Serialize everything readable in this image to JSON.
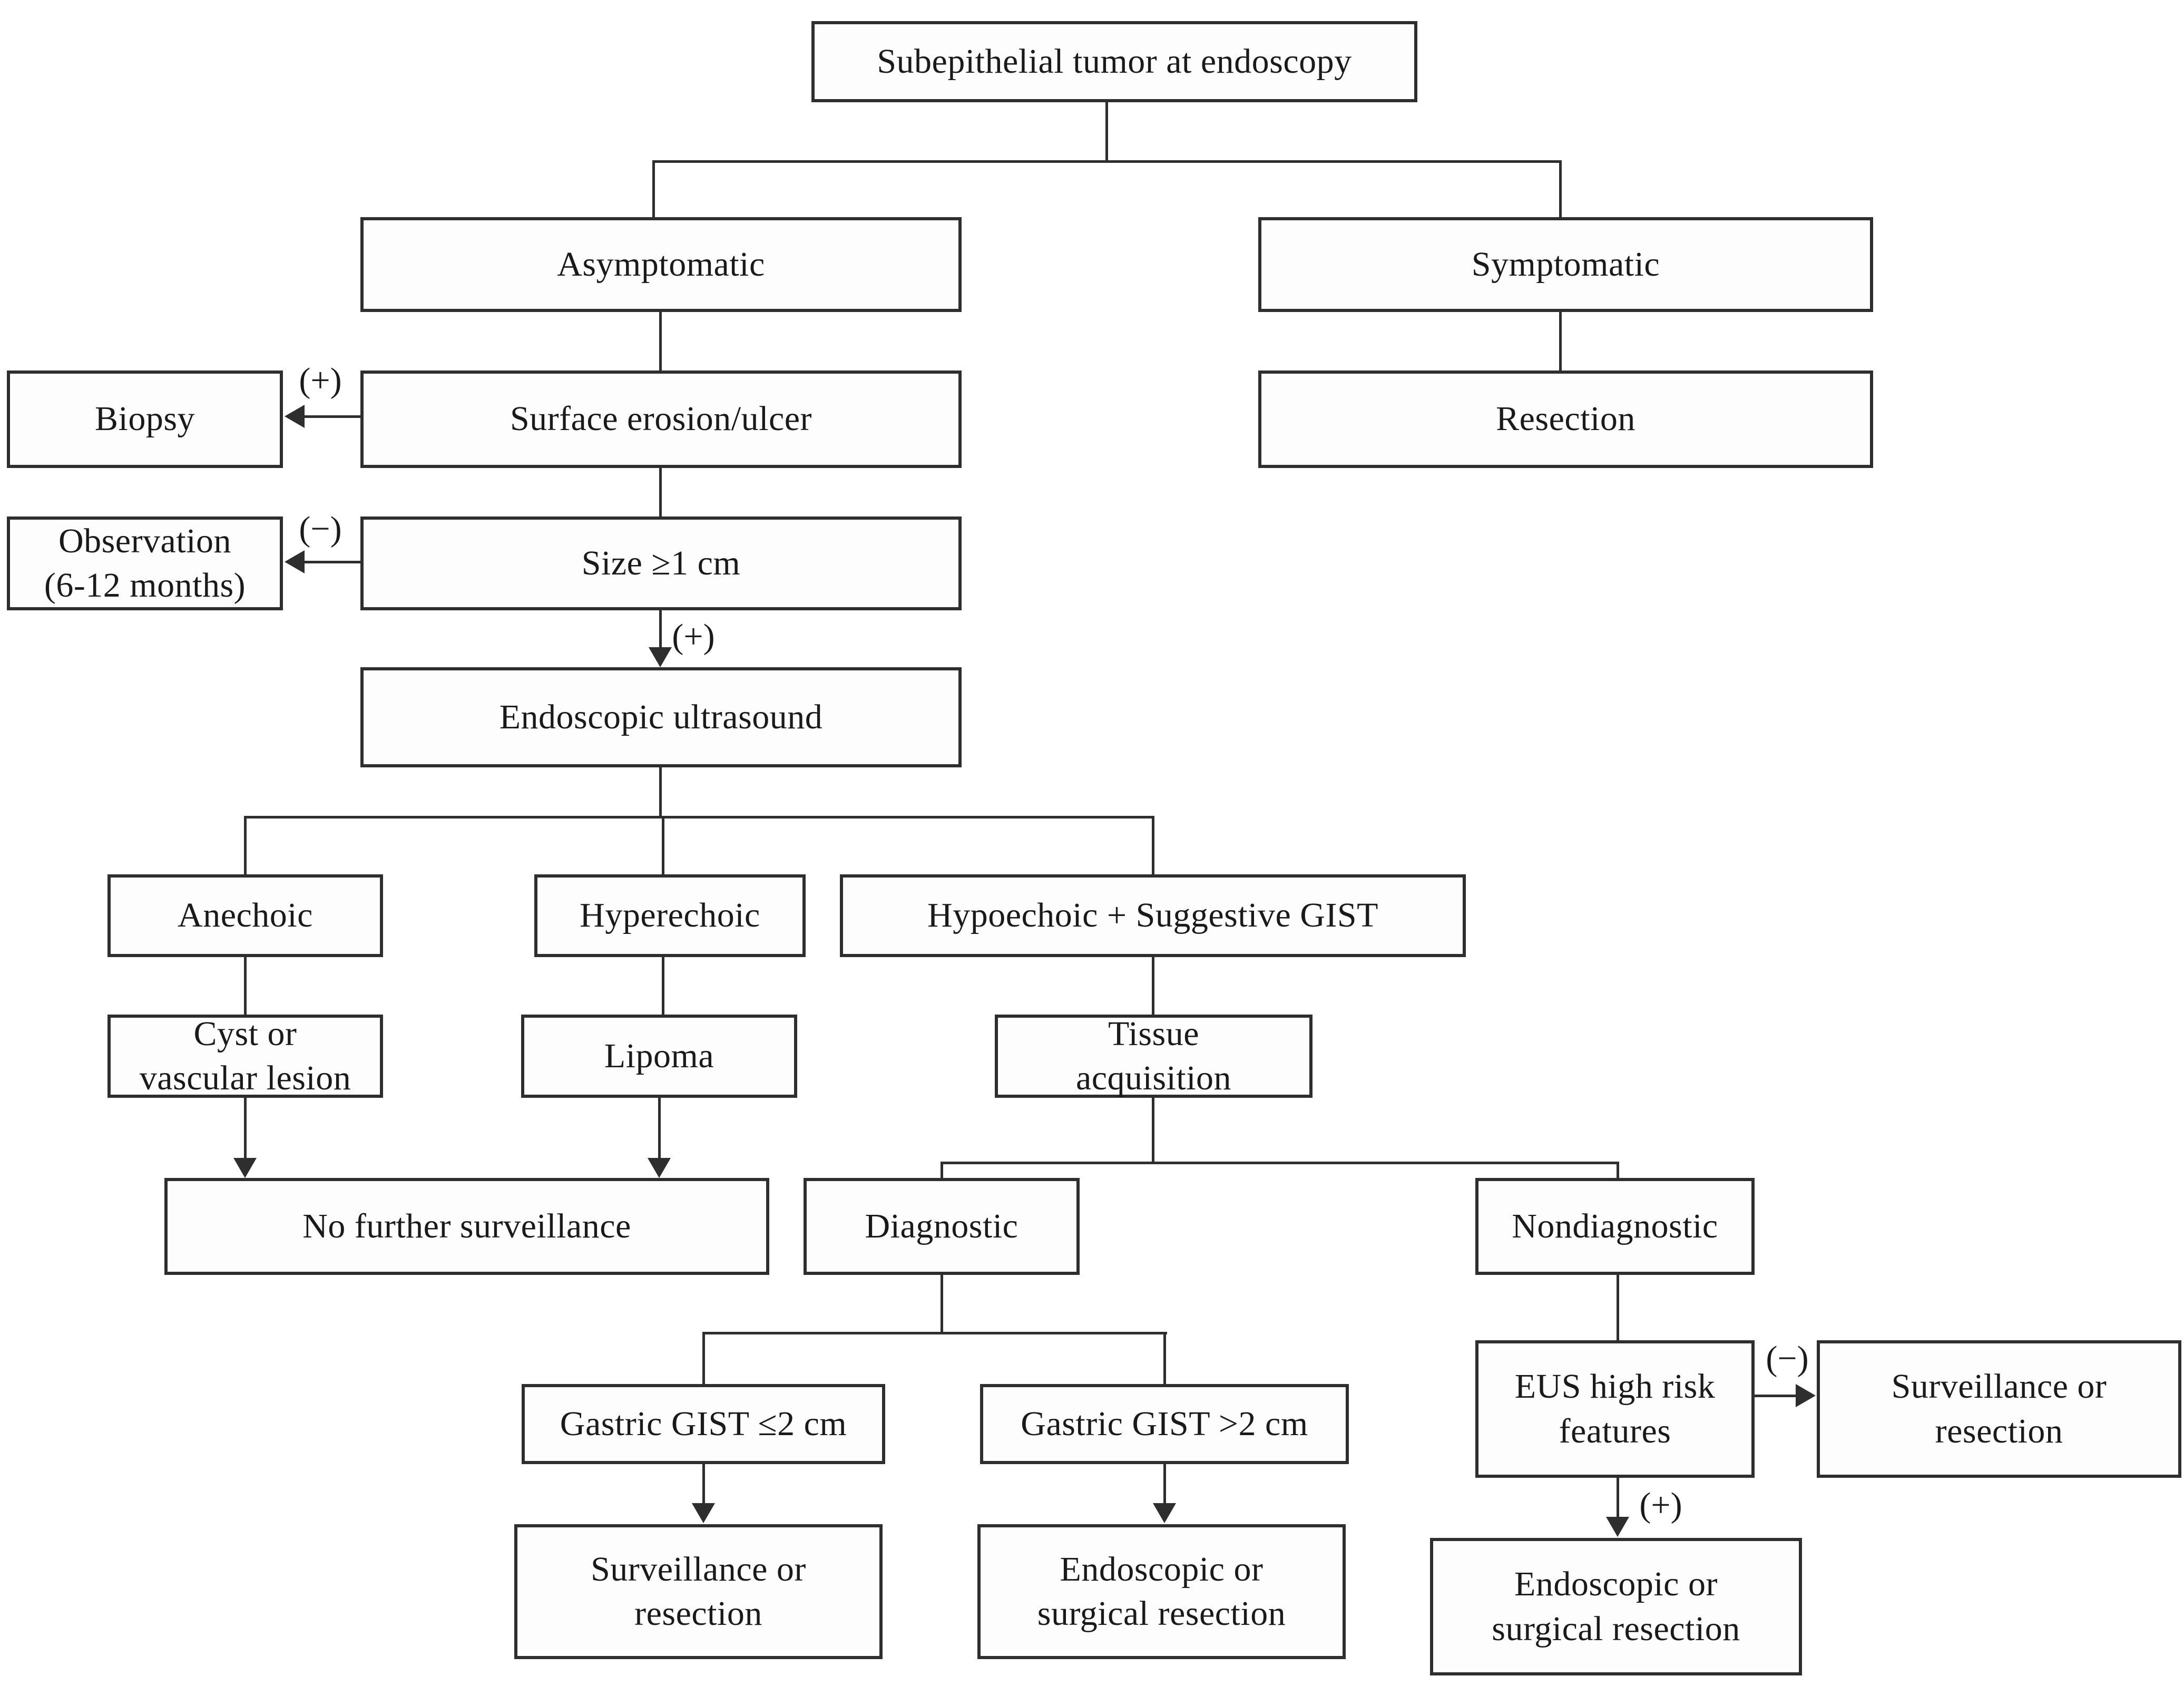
{
  "figure": {
    "type": "flowchart",
    "title": "Subepithelial tumor at endoscopy management algorithm",
    "background_color": "#ffffff",
    "box_border_color": "#2e2e2e",
    "text_color": "#1a1a1a"
  },
  "nodes": [
    {
      "id": "subepithelial-tumor",
      "label": "Subepithelial tumor at endoscopy"
    },
    {
      "id": "asymptomatic",
      "label": "Asymptomatic"
    },
    {
      "id": "symptomatic",
      "label": "Symptomatic"
    },
    {
      "id": "biopsy",
      "label": "Biopsy"
    },
    {
      "id": "surface-erosion-ulcer",
      "label": "Surface erosion/ulcer"
    },
    {
      "id": "resection",
      "label": "Resection"
    },
    {
      "id": "observation-6-12-months",
      "label": "Observation\n(6-12 months)"
    },
    {
      "id": "size-ge-1cm",
      "label": "Size ≥1 cm"
    },
    {
      "id": "endoscopic-ultrasound",
      "label": "Endoscopic ultrasound"
    },
    {
      "id": "anechoic",
      "label": "Anechoic"
    },
    {
      "id": "hyperechoic",
      "label": "Hyperechoic"
    },
    {
      "id": "hypoechoic-suggestive-gist",
      "label": "Hypoechoic + Suggestive GIST"
    },
    {
      "id": "cyst-or-vascular-lesion",
      "label": "Cyst or\nvascular lesion"
    },
    {
      "id": "lipoma",
      "label": "Lipoma"
    },
    {
      "id": "tissue-acquisition",
      "label": "Tissue\nacquisition"
    },
    {
      "id": "no-further-surveillance",
      "label": "No further surveillance"
    },
    {
      "id": "diagnostic",
      "label": "Diagnostic"
    },
    {
      "id": "nondiagnostic",
      "label": "Nondiagnostic"
    },
    {
      "id": "gastric-gist-le-2cm",
      "label": "Gastric GIST ≤2 cm"
    },
    {
      "id": "gastric-gist-gt-2cm",
      "label": "Gastric GIST >2 cm"
    },
    {
      "id": "eus-high-risk-features",
      "label": "EUS high risk\nfeatures"
    },
    {
      "id": "surveillance-or-resection-right",
      "label": "Surveillance or\nresection"
    },
    {
      "id": "surveillance-or-resection-bottom",
      "label": "Surveillance or\nresection"
    },
    {
      "id": "endoscopic-or-surgical-resection-mid",
      "label": "Endoscopic or\nsurgical resection"
    },
    {
      "id": "endoscopic-or-surgical-resection-right",
      "label": "Endoscopic or\nsurgical resection"
    }
  ],
  "edge_labels": {
    "surface_to_biopsy": "(+)",
    "size_to_observation": "(−)",
    "size_to_eus": "(+)",
    "eus_high_risk_negative": "(−)",
    "eus_high_risk_positive": "(+)"
  },
  "edges": [
    {
      "from": "subepithelial-tumor",
      "to": "asymptomatic"
    },
    {
      "from": "subepithelial-tumor",
      "to": "symptomatic"
    },
    {
      "from": "asymptomatic",
      "to": "surface-erosion-ulcer"
    },
    {
      "from": "symptomatic",
      "to": "resection"
    },
    {
      "from": "surface-erosion-ulcer",
      "to": "biopsy",
      "label": "(+)"
    },
    {
      "from": "surface-erosion-ulcer",
      "to": "size-ge-1cm"
    },
    {
      "from": "size-ge-1cm",
      "to": "observation-6-12-months",
      "label": "(−)"
    },
    {
      "from": "size-ge-1cm",
      "to": "endoscopic-ultrasound",
      "label": "(+)"
    },
    {
      "from": "endoscopic-ultrasound",
      "to": "anechoic"
    },
    {
      "from": "endoscopic-ultrasound",
      "to": "hyperechoic"
    },
    {
      "from": "endoscopic-ultrasound",
      "to": "hypoechoic-suggestive-gist"
    },
    {
      "from": "anechoic",
      "to": "cyst-or-vascular-lesion"
    },
    {
      "from": "hyperechoic",
      "to": "lipoma"
    },
    {
      "from": "hypoechoic-suggestive-gist",
      "to": "tissue-acquisition"
    },
    {
      "from": "cyst-or-vascular-lesion",
      "to": "no-further-surveillance"
    },
    {
      "from": "lipoma",
      "to": "no-further-surveillance"
    },
    {
      "from": "tissue-acquisition",
      "to": "diagnostic"
    },
    {
      "from": "tissue-acquisition",
      "to": "nondiagnostic"
    },
    {
      "from": "diagnostic",
      "to": "gastric-gist-le-2cm"
    },
    {
      "from": "diagnostic",
      "to": "gastric-gist-gt-2cm"
    },
    {
      "from": "gastric-gist-le-2cm",
      "to": "surveillance-or-resection-bottom"
    },
    {
      "from": "gastric-gist-gt-2cm",
      "to": "endoscopic-or-surgical-resection-mid"
    },
    {
      "from": "nondiagnostic",
      "to": "eus-high-risk-features"
    },
    {
      "from": "eus-high-risk-features",
      "to": "surveillance-or-resection-right",
      "label": "(−)"
    },
    {
      "from": "eus-high-risk-features",
      "to": "endoscopic-or-surgical-resection-right",
      "label": "(+)"
    }
  ]
}
